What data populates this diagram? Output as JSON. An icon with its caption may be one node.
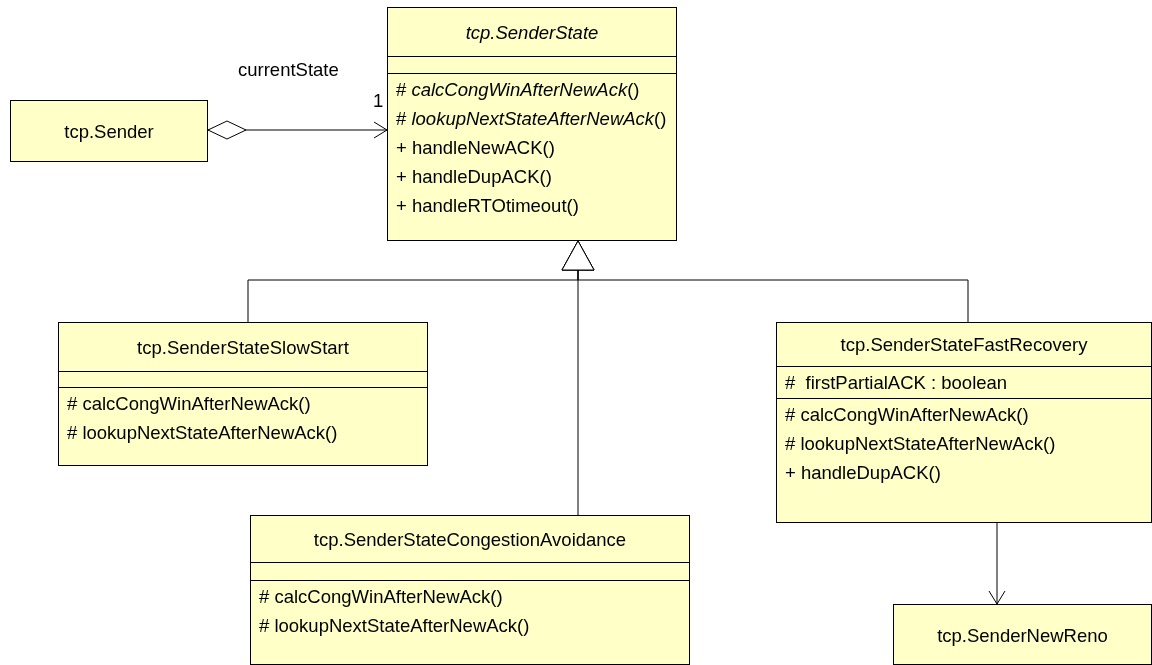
{
  "diagram": {
    "nodes": [
      {
        "text": [
          "tcp.Sender"
        ]
      },
      {
        "text": [
          "tcp.SenderState",
          "# *calcCongWinAfterNewAck*()",
          "# *lookupNextStateAfterNewAck*()",
          "+ handleNewACK()",
          "+ handleDupACK()",
          "+ handleRTOtimeout()"
        ]
      },
      {
        "text": [
          "tcp.SenderStateSlowStart",
          "# calcCongWinAfterNewAck()",
          "# lookupNextStateAfterNewAck()"
        ]
      },
      {
        "text": [
          "tcp.SenderStateFastRecovery",
          "#  firstPartialACK : boolean",
          "# calcCongWinAfterNewAck()",
          "# lookupNextStateAfterNewAck()",
          "+ handleDupACK()"
        ]
      },
      {
        "text": [
          "tcp.SenderStateCongestionAvoidance",
          "# calcCongWinAfterNewAck()",
          "# lookupNextStateAfterNewAck()"
        ]
      },
      {
        "text": [
          "tcp.SenderNewReno"
        ]
      }
    ],
    "edges": [
      {
        "from": 0,
        "to": 1,
        "arrow": "to",
        "label": "currentState"
      },
      {
        "from": 2,
        "to": 1,
        "arrow": "to"
      },
      {
        "from": 3,
        "to": 1,
        "arrow": "to"
      },
      {
        "from": 4,
        "to": 1,
        "arrow": "to"
      },
      {
        "from": 3,
        "to": 5,
        "arrow": "to"
      }
    ],
    "labels": [
      "1"
    ]
  }
}
